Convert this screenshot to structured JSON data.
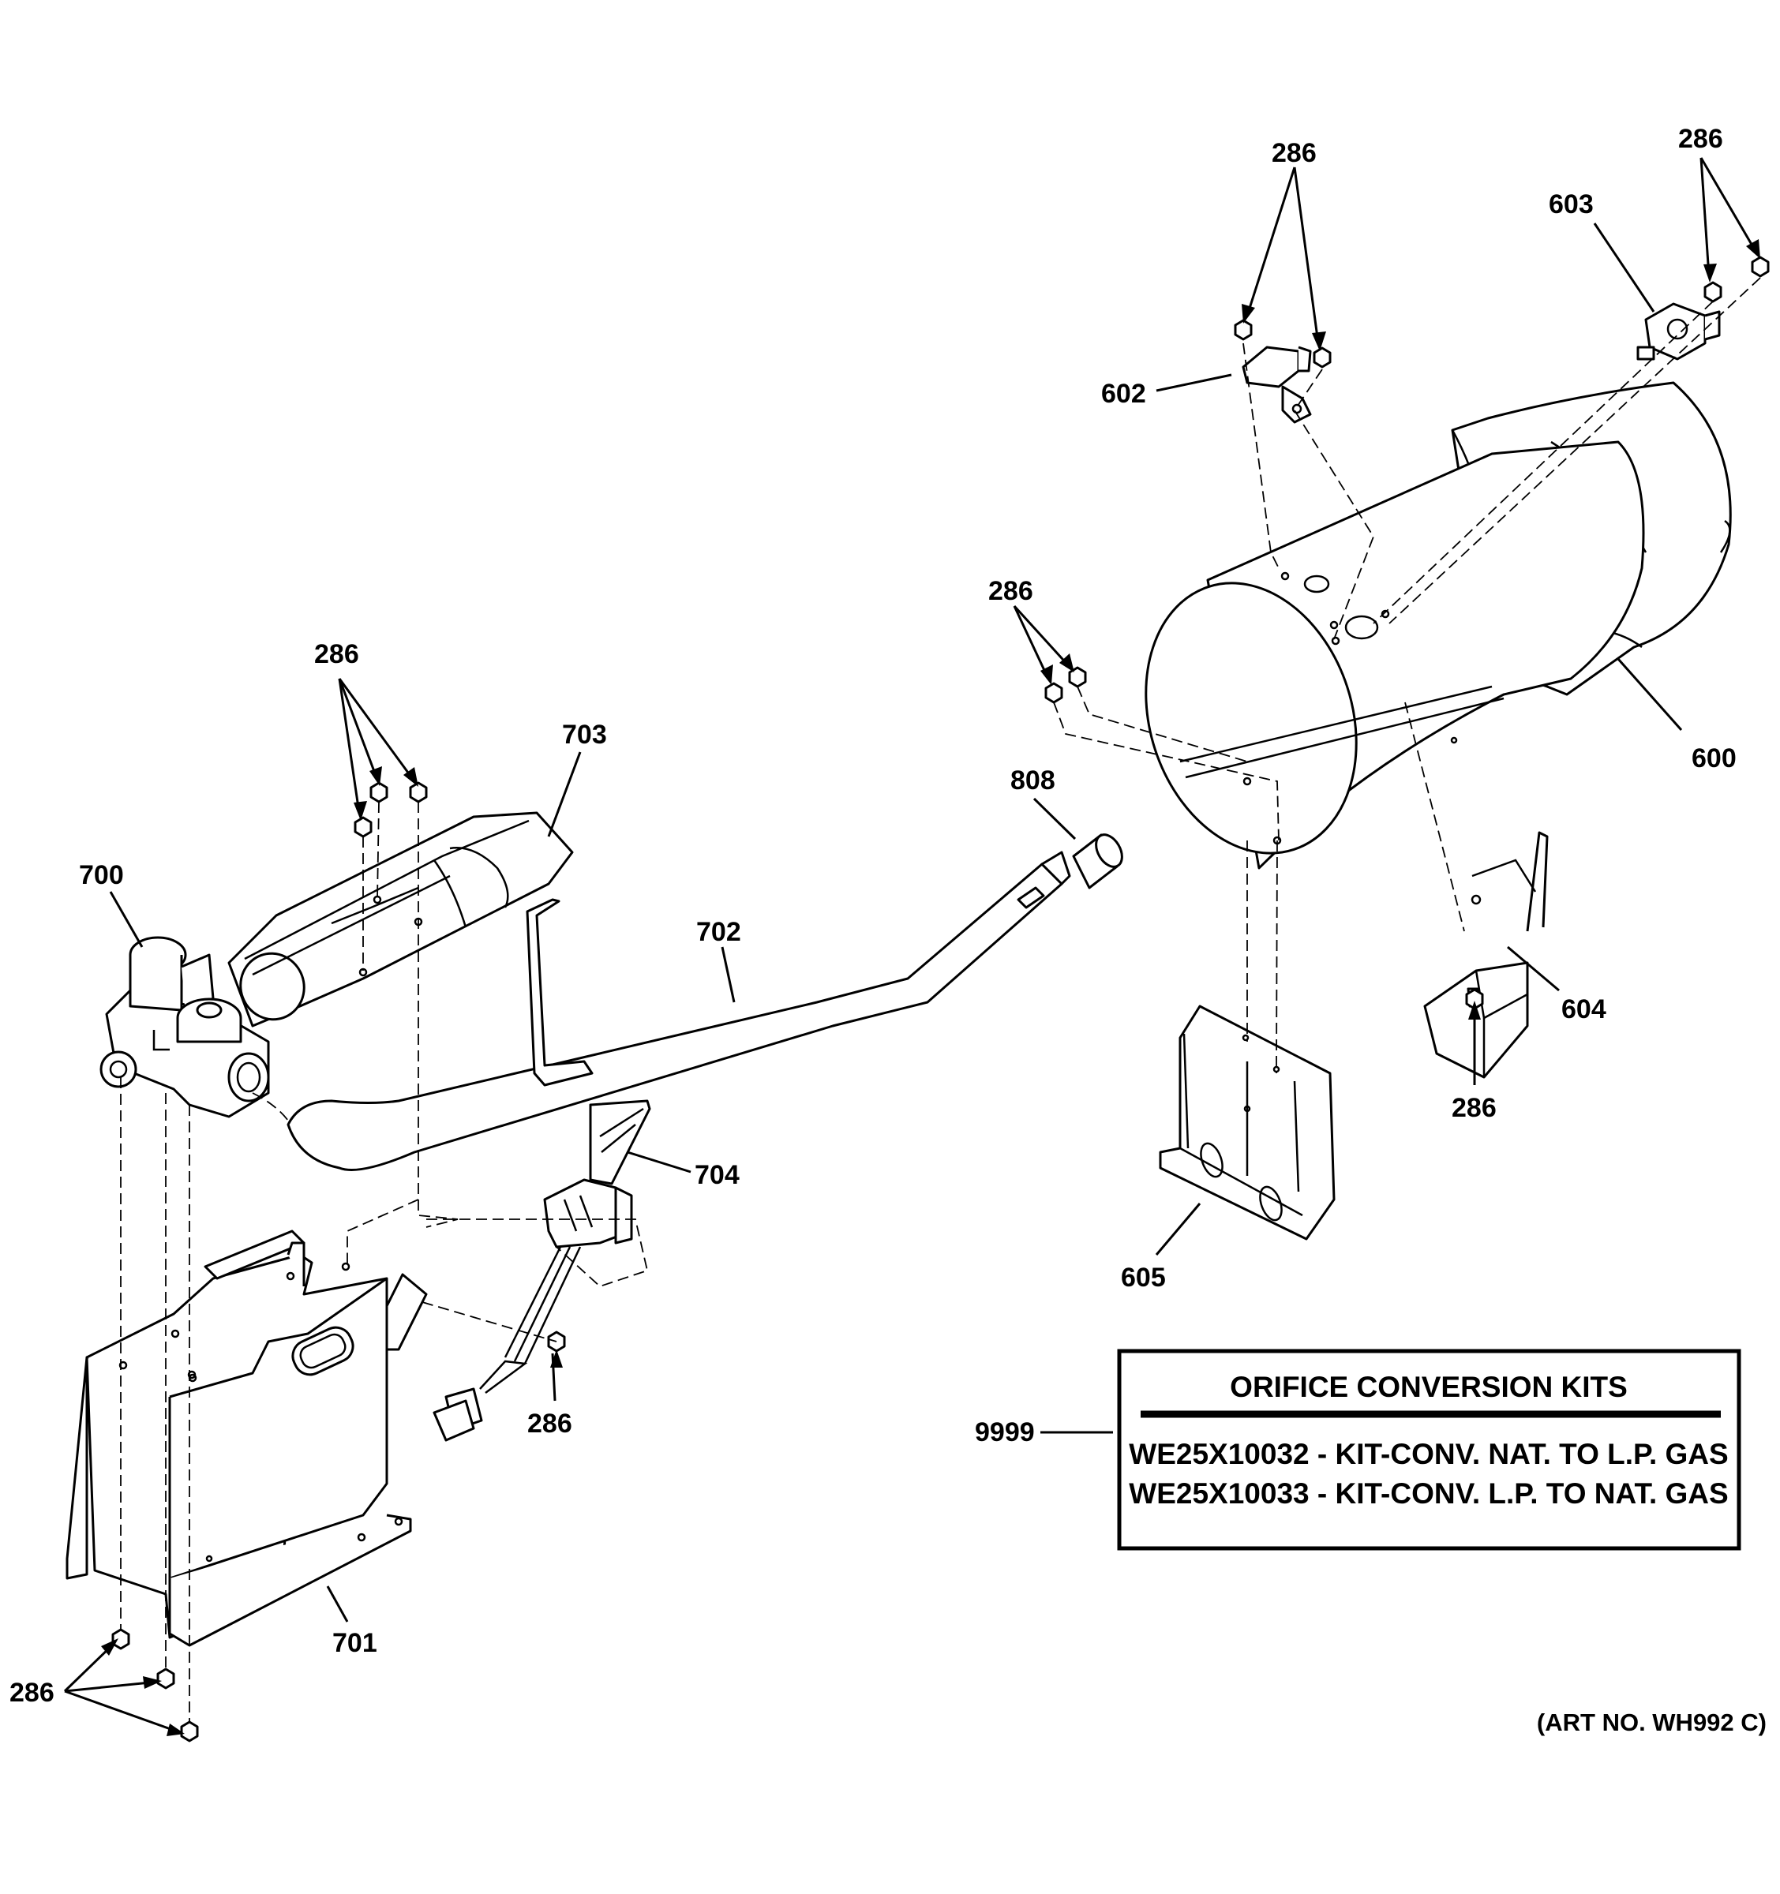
{
  "labels": {
    "p286_top_left": "286",
    "p286_top_right": "286",
    "p603": "603",
    "p602": "602",
    "p286_mid": "286",
    "p600": "600",
    "p286_valve": "286",
    "p703": "703",
    "p808": "808",
    "p700": "700",
    "p702": "702",
    "p604": "604",
    "p286_604": "286",
    "p704": "704",
    "p605": "605",
    "p286_ignitor": "286",
    "p9999": "9999",
    "p701": "701",
    "p286_bottom": "286"
  },
  "kit_box": {
    "title": "ORIFICE CONVERSION KITS",
    "line1": "WE25X10032 - KIT-CONV. NAT. TO L.P. GAS",
    "line2": "WE25X10033 - KIT-CONV. L.P. TO NAT. GAS"
  },
  "art_number": "(ART NO. WH992 C)"
}
